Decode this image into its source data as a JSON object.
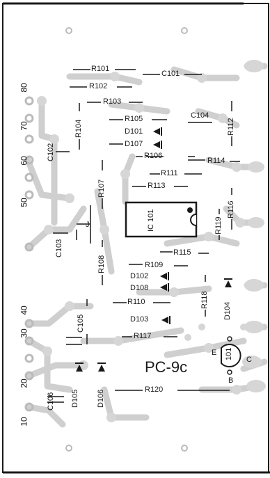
{
  "board_name": "PC-9c",
  "ic_label": "IC 101",
  "transistor": {
    "label": "101",
    "e": "E",
    "b": "B",
    "c": "C"
  },
  "pin_numbers": [
    "80",
    "70",
    "60",
    "50",
    "40",
    "30",
    "20",
    "10"
  ],
  "resistors": [
    "R101",
    "R102",
    "R103",
    "R104",
    "R105",
    "R106",
    "R107",
    "R108",
    "R109",
    "R110",
    "R111",
    "R112",
    "R113",
    "R114",
    "R115",
    "R116",
    "R117",
    "R118",
    "R119",
    "R120"
  ],
  "capacitors": [
    "C101",
    "C102",
    "C103",
    "C104",
    "C105",
    "C106"
  ],
  "diodes": [
    "D101",
    "D102",
    "D103",
    "D104",
    "D105",
    "D106",
    "D107",
    "D108"
  ],
  "jumper": "J",
  "colors": {
    "ink": "#1a1a1a",
    "trace": "#cfcfcf"
  }
}
